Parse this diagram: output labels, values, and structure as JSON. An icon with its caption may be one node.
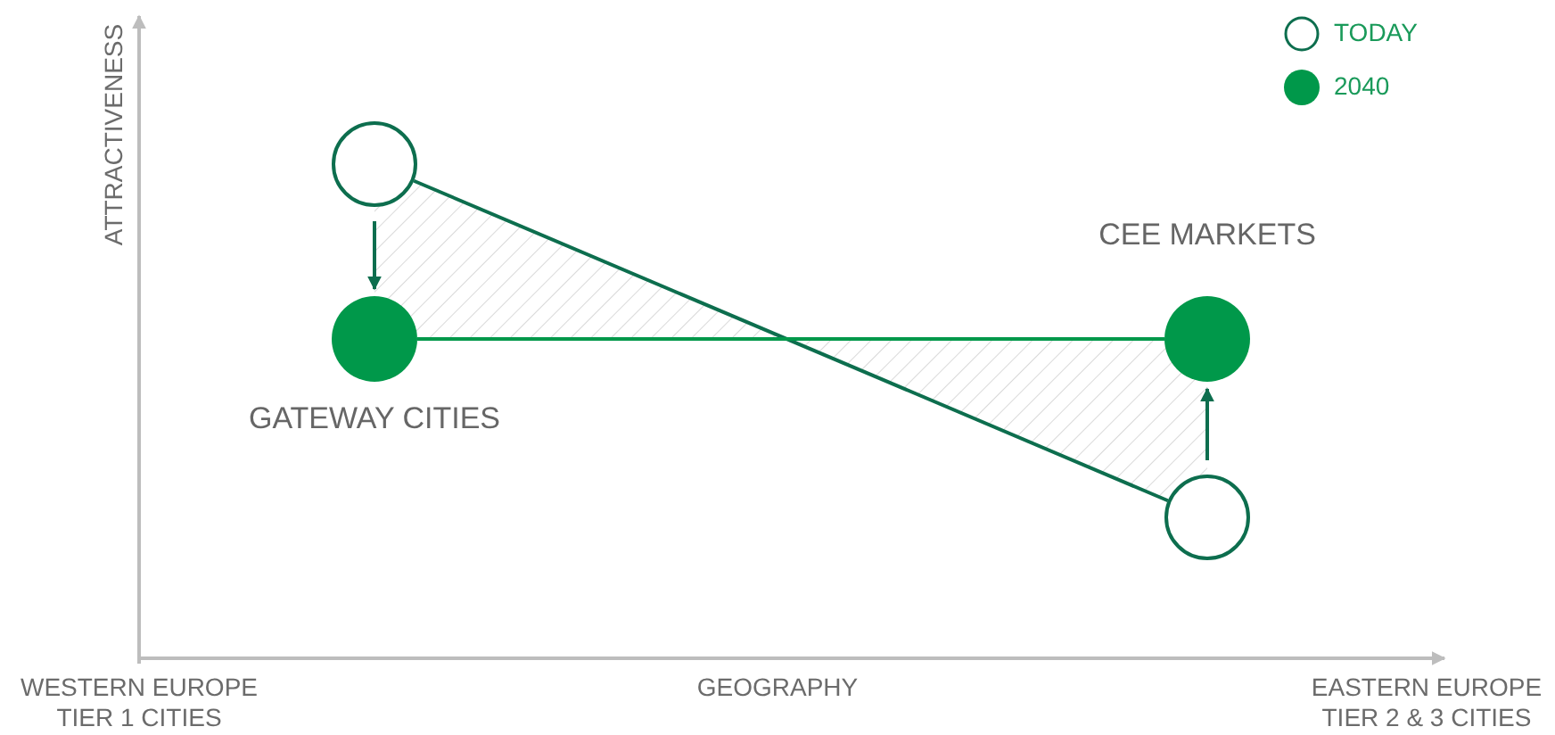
{
  "diagram": {
    "nodes": [
      {
        "text": [],
        "shape": "circle"
      },
      {
        "text": [
          "GATEWAY CITIES"
        ]
      },
      {
        "text": [
          "CEE MARKETS"
        ]
      },
      {
        "text": [],
        "shape": "circle"
      }
    ],
    "edges": [
      {
        "from": 0,
        "to": 1,
        "arrow": "to"
      },
      {
        "from": 3,
        "to": 2,
        "arrow": "to"
      },
      {
        "from": 0,
        "to": 3,
        "arrow": "none"
      },
      {
        "from": 1,
        "to": 2,
        "arrow": "none",
        "color": "#00984a"
      }
    ],
    "labels": [
      "ATTRACTIVENESS",
      "WESTERN EUROPE TIER 1 CITIES",
      "GEOGRAPHY",
      "EASTERN EUROPE TIER 2 & 3 CITIES"
    ],
    "legend": [
      {
        "text": "TODAY"
      },
      {
        "text": "2040",
        "color": "#00984a"
      }
    ]
  }
}
